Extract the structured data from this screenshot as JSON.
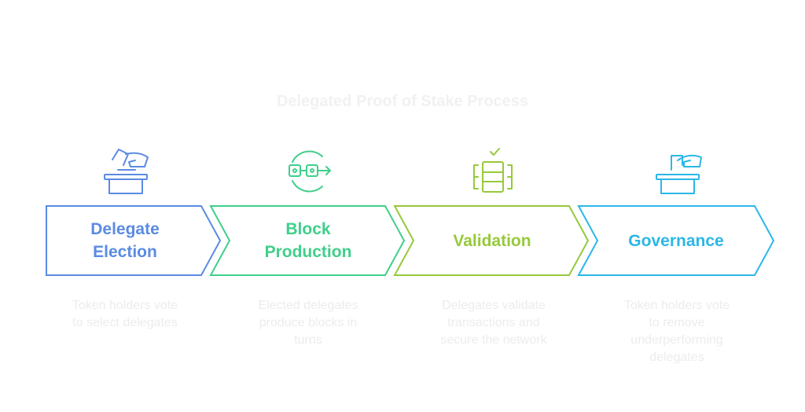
{
  "title": "Delegated Proof of Stake Process",
  "stages": [
    {
      "label": "Delegate\nElection",
      "description": "Token holders vote\nto select delegates",
      "color": "#5b8be3",
      "icon": "ballot-box-icon"
    },
    {
      "label": "Block\nProduction",
      "description": "Elected delegates\nproduce blocks in\nturns",
      "color": "#3fcf8a",
      "icon": "block-chain-icon"
    },
    {
      "label": "Validation",
      "description": "Delegates validate\ntransactions and\nsecure the network",
      "color": "#97c93a",
      "icon": "database-check-icon"
    },
    {
      "label": "Governance",
      "description": "Token holders vote\nto remove\nunderperforming\ndelegates",
      "color": "#2bb7e8",
      "icon": "voting-hand-icon"
    }
  ]
}
